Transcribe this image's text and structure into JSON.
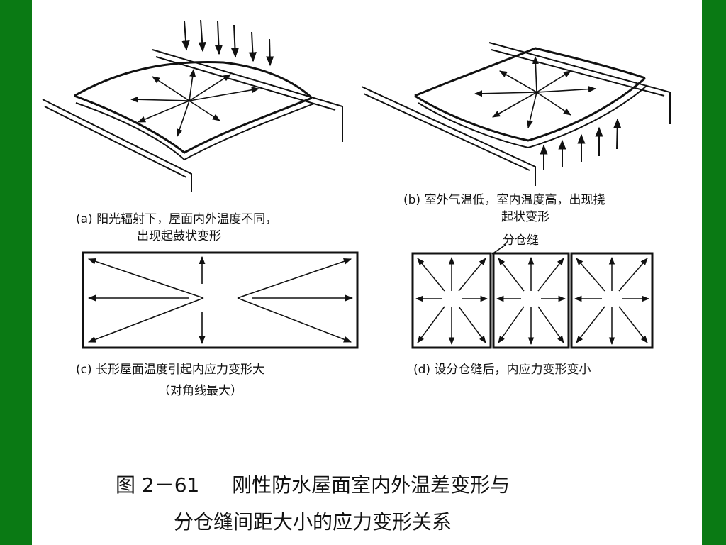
{
  "colors": {
    "background_frame": "#0a7a14",
    "paper": "#ffffff",
    "ink": "#111111"
  },
  "panels": {
    "a": {
      "line1": "(a) 阳光辐射下，屋面内外温度不同，",
      "line2": "出现起鼓状变形"
    },
    "b": {
      "line1": "(b) 室外气温低，室内温度高，出现挠",
      "line2": "起状变形"
    },
    "c": {
      "line1": "(c) 长形屋面温度引起内应力变形大",
      "line2": "（对角线最大）"
    },
    "d": {
      "line1": "(d) 设分仓缝后，内应力变形变小",
      "joint_label": "分仓缝"
    }
  },
  "figure": {
    "number": "图 2－61",
    "title_line1": "刚性防水屋面室内外温差变形与",
    "title_line2": "分仓缝间距大小的应力变形关系"
  }
}
